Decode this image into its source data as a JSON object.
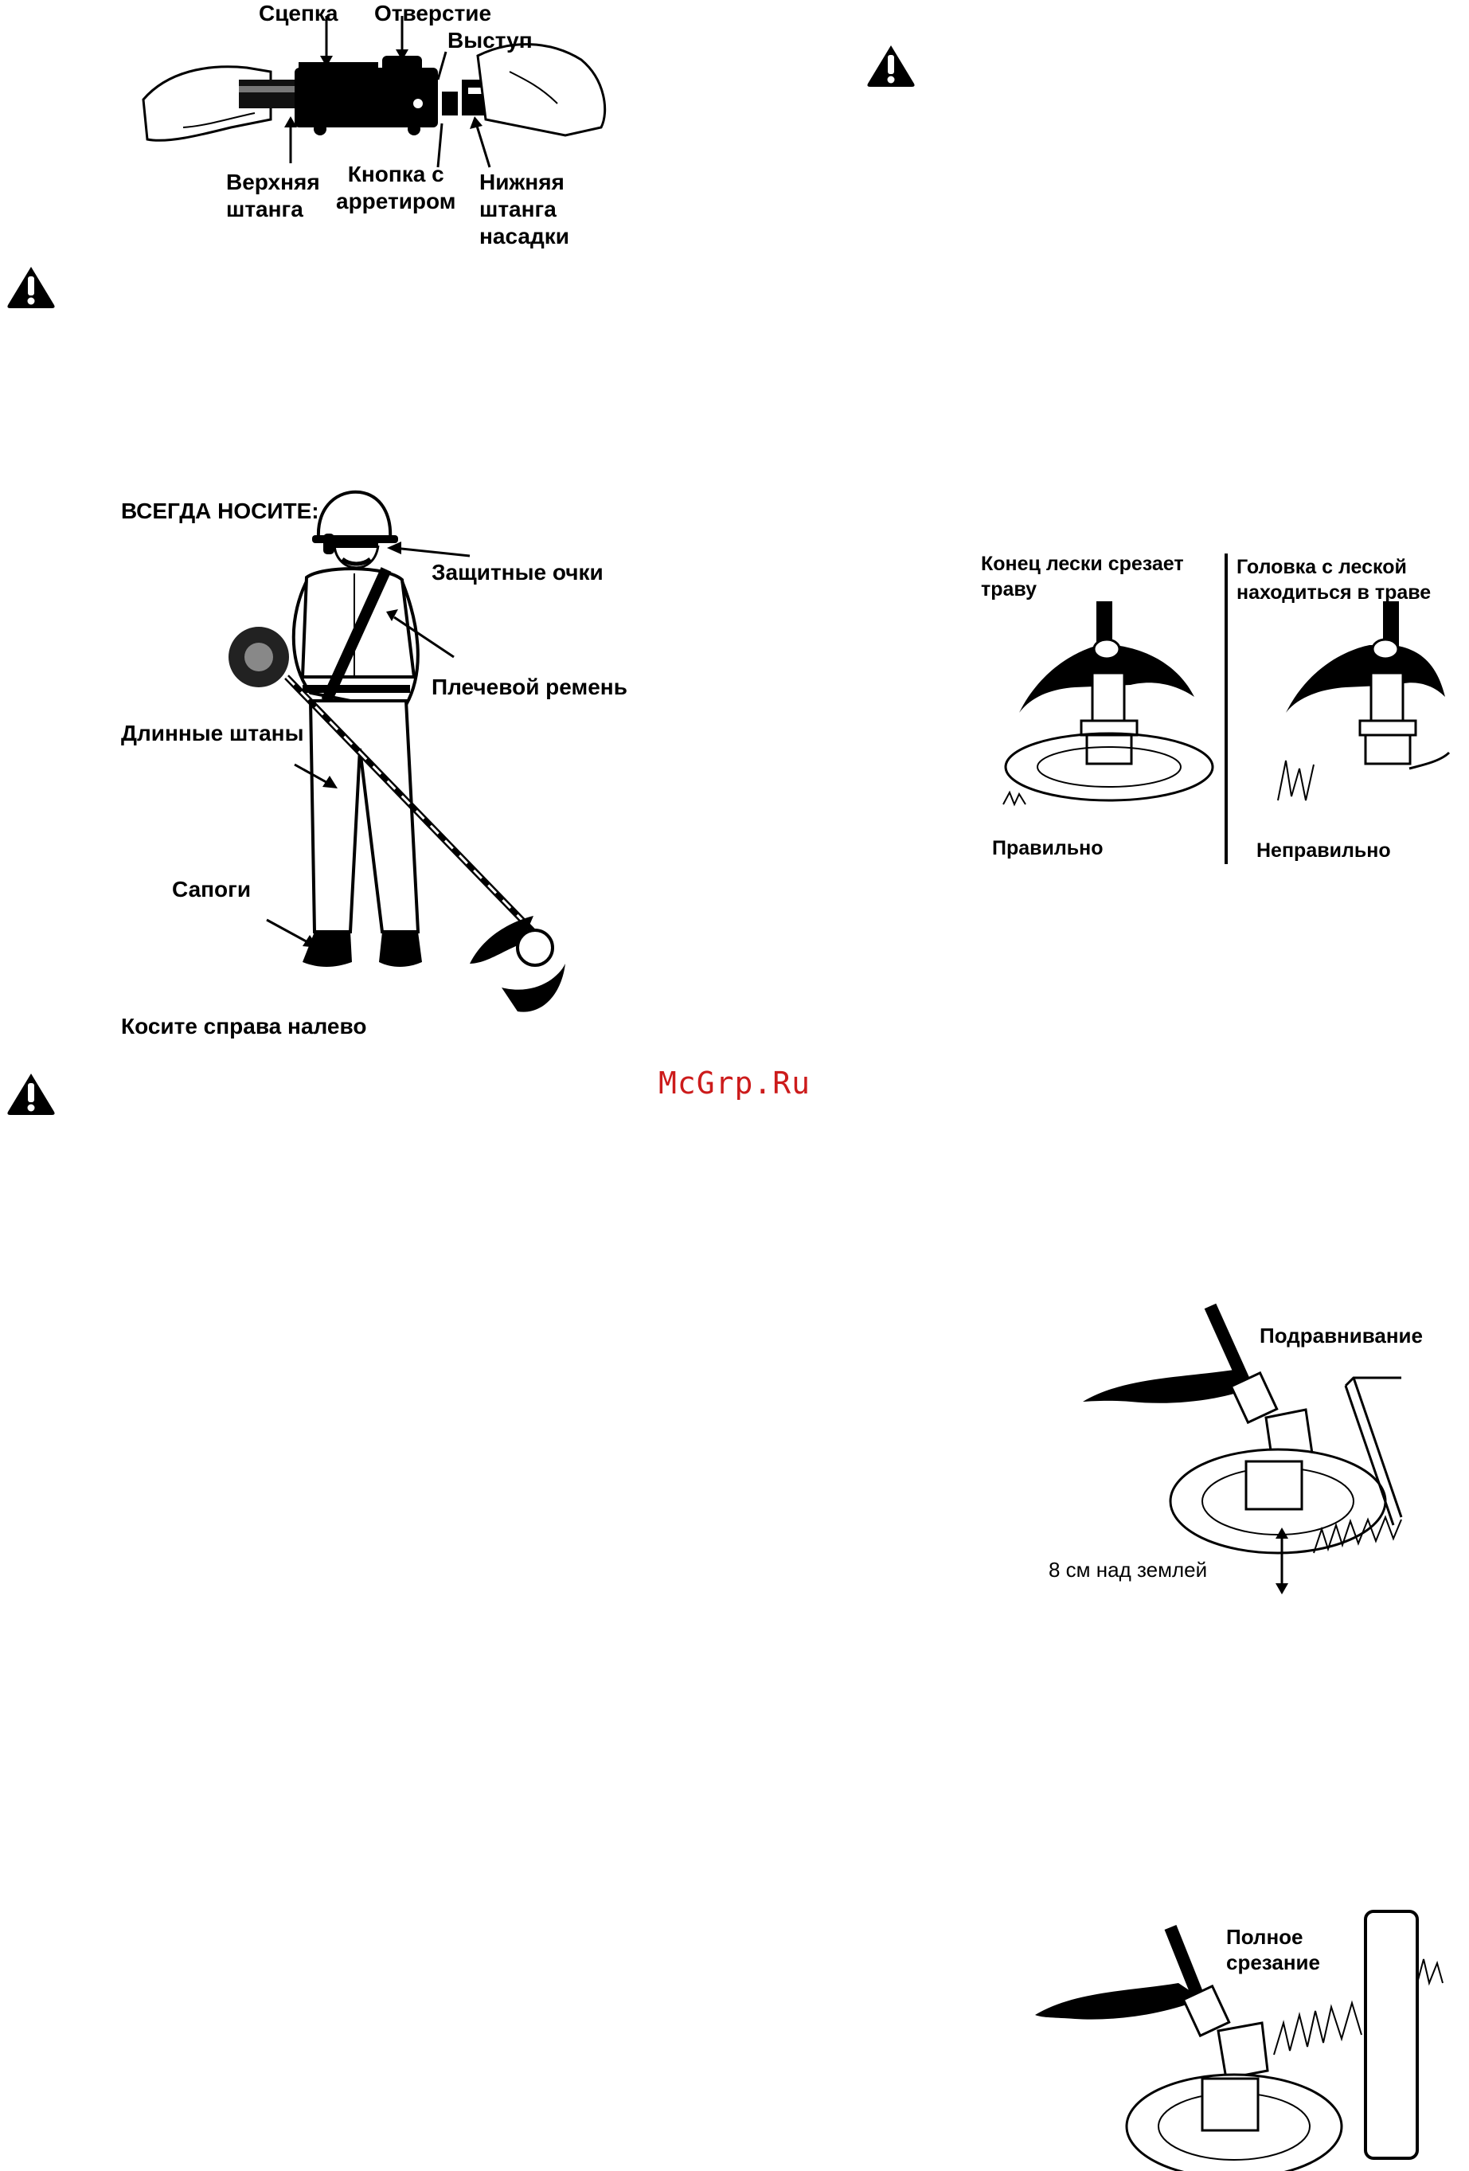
{
  "coupler_figure": {
    "labels": {
      "coupler": "Сцепка",
      "hole": "Отверстие",
      "protrusion": "Выступ",
      "upper_shaft": "Верхняя\nштанга",
      "lock_button": "Кнопка с\nарретиром",
      "lower_shaft": "Нижняя\nштанга\nнасадки"
    }
  },
  "operator_figure": {
    "always_wear": "ВСЕГДА НОСИТЕ:",
    "goggles": "Защитные очки",
    "shoulder_strap": "Плечевой ремень",
    "long_pants": "Длинные штаны",
    "boots": "Сапоги",
    "mow_direction": "Косите справа налево"
  },
  "line_figure": {
    "correct_caption": "Конец лески срезает\nтраву",
    "incorrect_caption": "Головка с леской\nнаходиться в траве",
    "correct": "Правильно",
    "incorrect": "Неправильно"
  },
  "trimming_figure": {
    "title": "Подравнивание",
    "height_note": "8 см над землей"
  },
  "full_cut_figure": {
    "title": "Полное\nсрезание"
  },
  "watermark": "McGrp.Ru",
  "icons": [
    "warning-icon",
    "arrow-icon"
  ]
}
